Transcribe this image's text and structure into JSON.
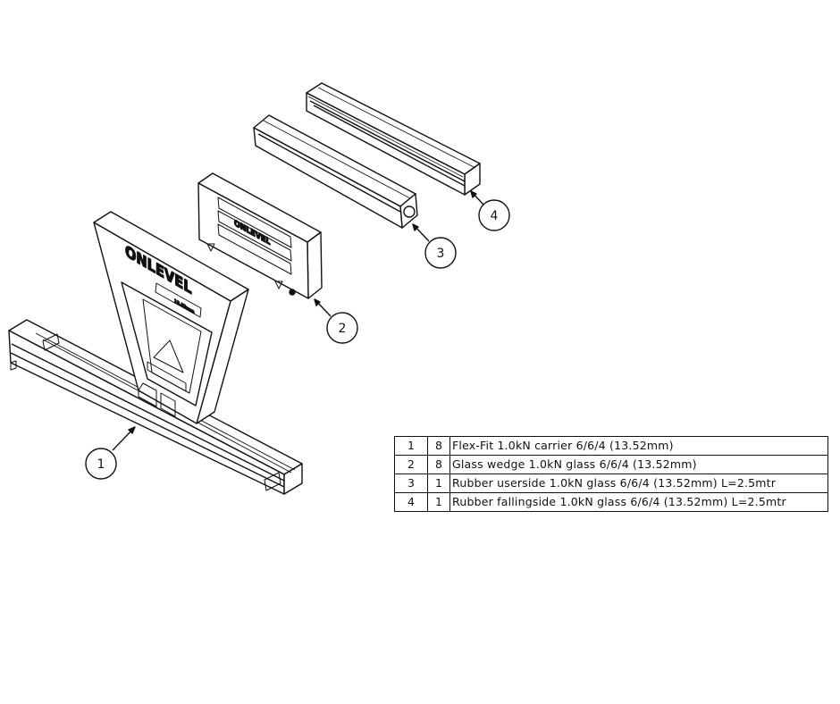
{
  "drawing": {
    "brand": "ONLEVEL",
    "callouts": [
      "1",
      "2",
      "3",
      "4"
    ]
  },
  "bom": {
    "rows": [
      {
        "item": "1",
        "qty": "8",
        "description": "Flex-Fit 1.0kN carrier 6/6/4 (13.52mm)"
      },
      {
        "item": "2",
        "qty": "8",
        "description": "Glass wedge 1.0kN glass 6/6/4 (13.52mm)"
      },
      {
        "item": "3",
        "qty": "1",
        "description": "Rubber userside 1.0kN glass 6/6/4 (13.52mm) L=2.5mtr"
      },
      {
        "item": "4",
        "qty": "1",
        "description": "Rubber fallingside 1.0kN glass 6/6/4 (13.52mm) L=2.5mtr"
      }
    ]
  }
}
